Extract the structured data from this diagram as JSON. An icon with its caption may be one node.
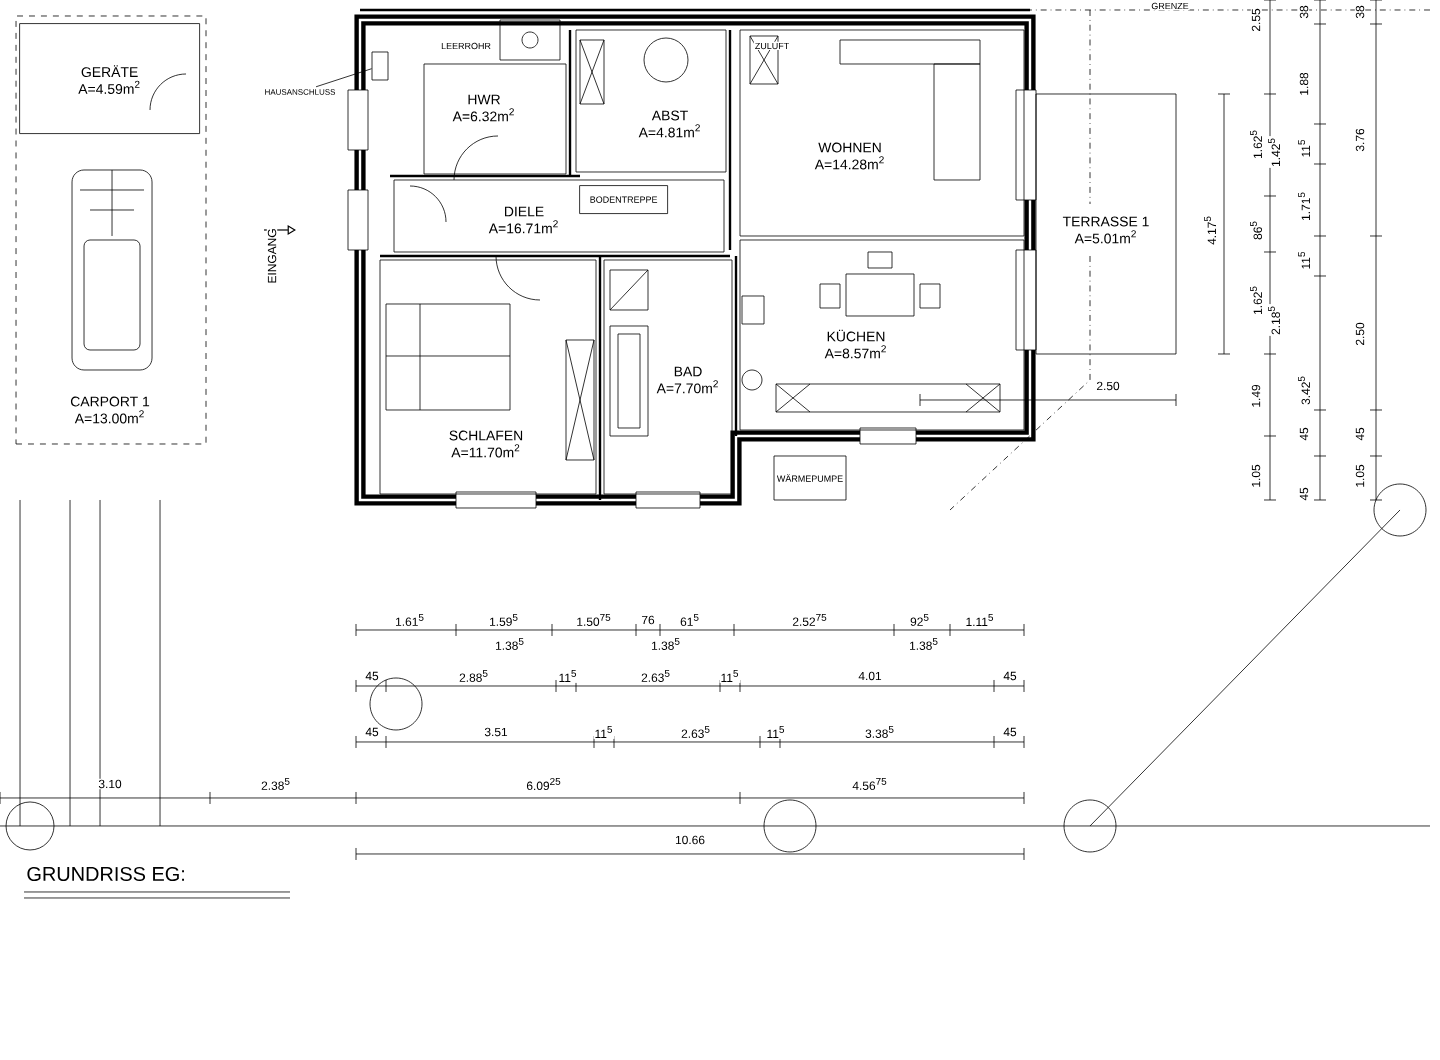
{
  "diagram": {
    "title": "GRUNDRISS EG:",
    "nodes": [
      {
        "text": [
          "CARPORT 1",
          "A=13.00m$^{2}$"
        ]
      },
      {
        "text": [
          "GERÄTE",
          "A=4.59m$^{2}$"
        ],
        "in": 0
      },
      {
        "text": [
          "HWR",
          "A=6.32m$^{2}$"
        ]
      },
      {
        "text": [
          "ABST",
          "A=4.81m$^{2}$"
        ]
      },
      {
        "text": [
          "WOHNEN",
          "A=14.28m$^{2}$"
        ]
      },
      {
        "text": [
          "DIELE",
          "A=16.71m$^{2}$"
        ]
      },
      {
        "text": [
          "KÜCHEN",
          "A=8.57m$^{2}$"
        ]
      },
      {
        "text": [
          "TERRASSE 1",
          "A=5.01m$^{2}$"
        ]
      },
      {
        "text": [
          "SCHLAFEN",
          "A=11.70m$^{2}$"
        ]
      },
      {
        "text": [
          "BAD",
          "A=7.70m$^{2}$"
        ]
      },
      {
        "text": [
          "HAUSANSCHLUSS"
        ]
      },
      {
        "text": [
          "WÄRMEPUMPE"
        ]
      },
      {
        "text": [
          "BODENTREPPE"
        ],
        "in": 5
      },
      {
        "text": [],
        "shape": "box"
      }
    ],
    "edges": [
      {
        "from": 10,
        "to": 13,
        "arrow": "none"
      }
    ],
    "labels": [
      "LEERROHR",
      "ZULUFT",
      "GRENZE",
      "2.55",
      "38",
      "38",
      "1.88",
      "1.62$^{5}$",
      "1.42$^{5}$",
      "11$^{5}$",
      "3.76",
      "4.17$^{5}$",
      "86$^{5}$",
      "1.71$^{5}$",
      "EINGANG",
      "11$^{5}$",
      "1.62$^{5}$",
      "2.18$^{5}$",
      "2.50",
      "2.50",
      "1.49",
      "3.42$^{5}$",
      "45",
      "45",
      "1.05",
      "45",
      "1.05",
      "1.61$^{5}$",
      "1.59$^{5}$",
      "1.50$^{75}$",
      "76",
      "61$^{5}$",
      "2.52$^{75}$",
      "92$^{5}$",
      "1.11$^{5}$",
      "1.38$^{5}$",
      "1.38$^{5}$",
      "1.38$^{5}$",
      "45",
      "2.88$^{5}$",
      "11$^{5}$",
      "2.63$^{5}$",
      "11$^{5}$",
      "4.01",
      "45",
      "45",
      "3.51",
      "11$^{5}$",
      "2.63$^{5}$",
      "11$^{5}$",
      "3.38$^{5}$",
      "45",
      "3.10",
      "2.38$^{5}$",
      "6.09$^{25}$",
      "4.56$^{75}$",
      "10.66"
    ]
  }
}
